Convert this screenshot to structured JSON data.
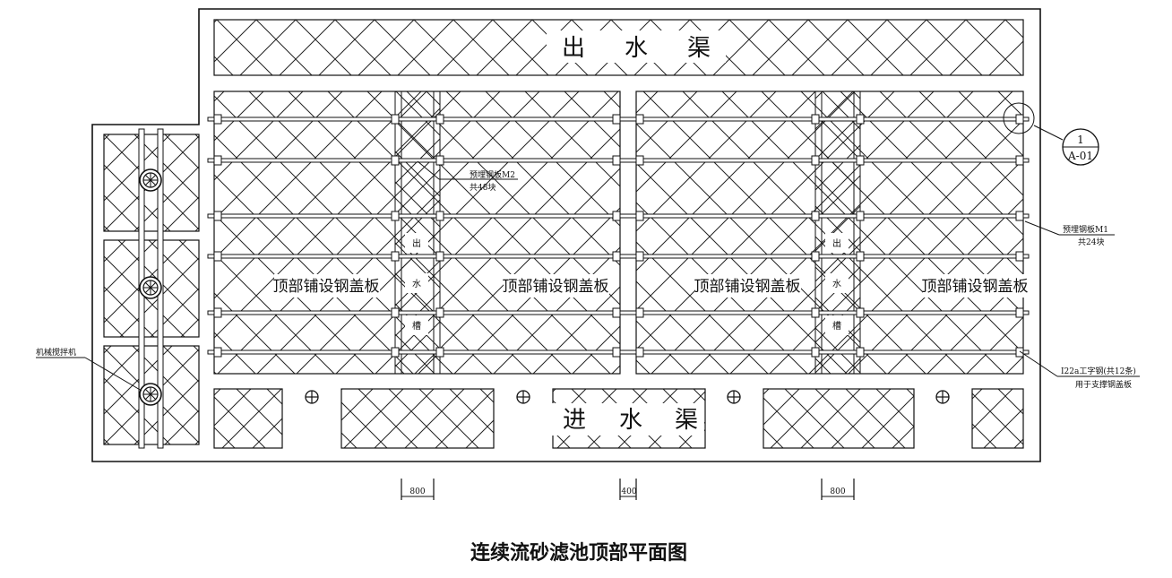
{
  "drawing": {
    "title": "连续流砂滤池顶部平面图",
    "outlet_channel": [
      "出",
      "水",
      "渠"
    ],
    "inlet_channel": [
      "进",
      "水",
      "渠"
    ],
    "cover_plate_label": "顶部铺设钢盖板",
    "outlet_trough": [
      "出",
      "水",
      "槽"
    ],
    "mixer_label": "机械搅拌机",
    "embed_m2": {
      "name": "预埋钢板M2",
      "count": "共48块"
    },
    "embed_m1": {
      "name": "预埋钢板M1",
      "count": "共24块"
    },
    "ibeam": {
      "name": "I22a工字钢(共12条)",
      "use": "用于支撑钢盖板"
    },
    "detail_ref": {
      "number": "1",
      "sheet": "A-01"
    },
    "dimensions": [
      "800",
      "400",
      "800"
    ]
  }
}
